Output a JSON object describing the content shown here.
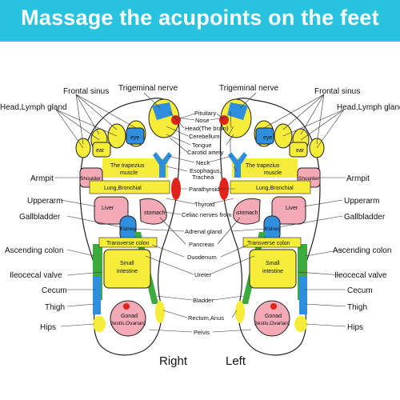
{
  "title": "Massage the acupoints on the feet",
  "feet": {
    "right": "Right",
    "left": "Left"
  },
  "outer_labels": {
    "frontal_sinus": "Frontal sinus",
    "trigeminal_nerve": "Trigeminal nerve",
    "head_lymph_gland": "Head,Lymph gland",
    "armpit": "Armpit",
    "upperarm": "Upperarm",
    "gallbladder": "Gallbladder",
    "ascending_colon": "Ascending colon",
    "ileocecal_valve": "Ileocecal valve",
    "cecum": "Cecum",
    "thigh": "Thigh",
    "hips": "Hips"
  },
  "center_labels": {
    "pituitary": "Pituitary",
    "nose": "Nose",
    "head_brain": "Head(The brain)",
    "cerebellum": "Cerebellum",
    "tongue": "Tongue",
    "carotid_artery": "Carotid artery",
    "neck": "Neck",
    "esophagus": "Esophagus,",
    "trachea": "Trachea",
    "parathyroid": "Parathyroid",
    "thyroid": "Thyroid",
    "celiac": "Celiac nerves from",
    "adrenal": "Adrenal gland",
    "pancreas": "Pancreas",
    "duodenum": "Duodenum",
    "ureter": "Ureter",
    "bladder": "Bladder",
    "rectum": "Rectum,Anus",
    "pelvis": "Pelvis"
  },
  "zones": {
    "eye": "eye",
    "ear": "ear",
    "trapezius_1": "The trapezius",
    "trapezius_2": "muscle",
    "shoulder": "Shoulder",
    "lung": "Lung,Bronchial",
    "liver": "Liver",
    "stomach": "stomach",
    "kidney": "Kidney",
    "transverse_colon": "Transverse colon",
    "small_intestine_1": "Small",
    "small_intestine_2": "intestine",
    "gonad_1": "Gonad",
    "gonad_2": "(testis,Ovarian)"
  },
  "colors": {
    "banner": "#28c3df",
    "yellow": "#f6ec3a",
    "blue": "#2f8fdc",
    "green": "#3aab3c",
    "pink": "#f3aab6",
    "red": "#e2231a",
    "lavender": "#cfa6d6"
  }
}
